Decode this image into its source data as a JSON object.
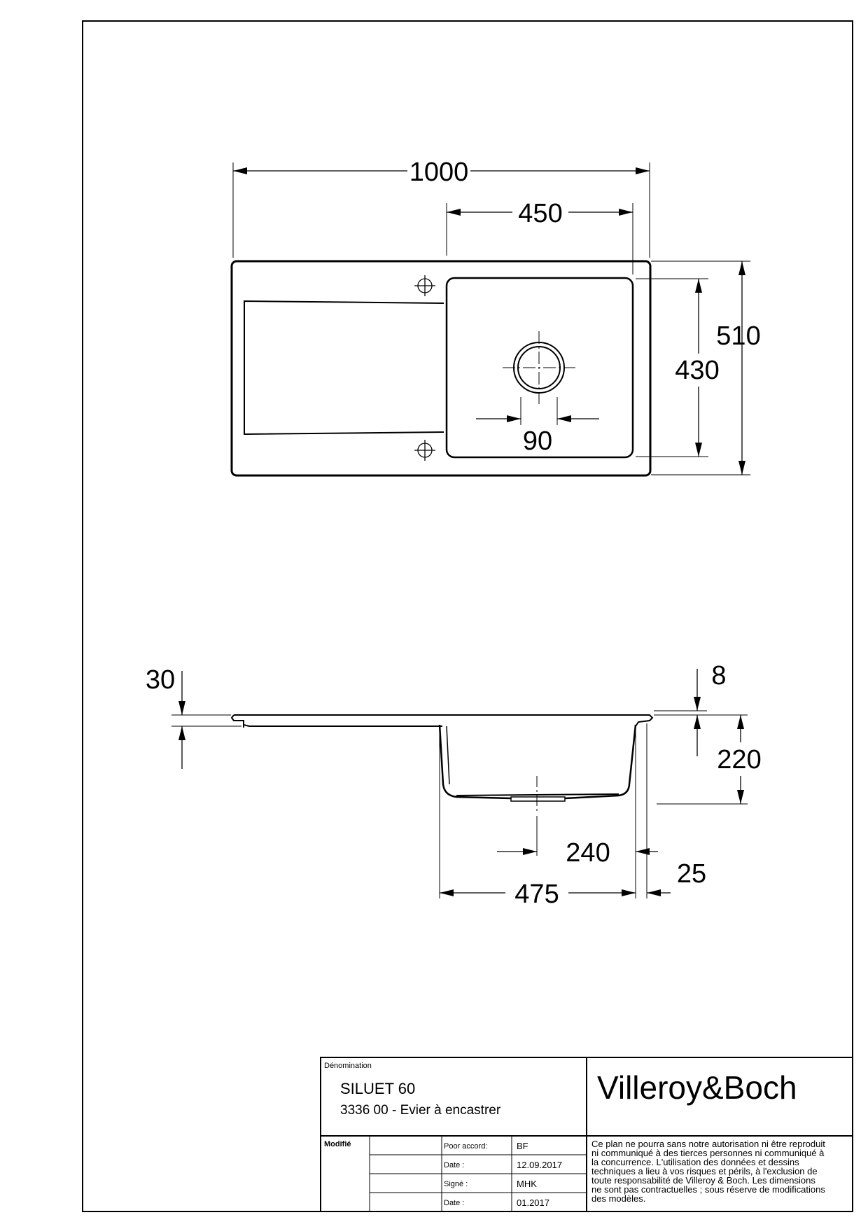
{
  "dimensions": {
    "top_view": {
      "overall_width": "1000",
      "bowl_width": "450",
      "overall_depth": "510",
      "bowl_depth": "430",
      "drain_diameter": "90"
    },
    "side_view": {
      "rim_thickness": "30",
      "rim_edge": "8",
      "bowl_height": "220",
      "drain_offset": "240",
      "bowl_outer_width": "475",
      "rear_offset": "25"
    }
  },
  "title_block": {
    "denomination_label": "Dénomination",
    "product_name": "SILUET 60",
    "product_description": "3336 00 - Evier à encastrer",
    "brand": "Villeroy&Boch",
    "modified_label": "Modifié",
    "rows": [
      {
        "label": "Poor accord:",
        "value": "BF"
      },
      {
        "label": "Date :",
        "value": "12.09.2017"
      },
      {
        "label": "Signé :",
        "value": "MHK"
      },
      {
        "label": "Date :",
        "value": "01.2017"
      }
    ],
    "disclaimer_lines": [
      "Ce plan ne pourra sans notre autorisation ni être reproduit",
      "ni communiqué à des tierces personnes ni communiqué à",
      "la concurrence. L'utilisation des données et dessins",
      "techniques a lieu à vos risques et périls, à l'exclusion de",
      "toute responsabilité de Villeroy & Boch. Les dimensions",
      "ne sont pas contractuelles ; sous réserve de modifications",
      "des modèles."
    ]
  }
}
